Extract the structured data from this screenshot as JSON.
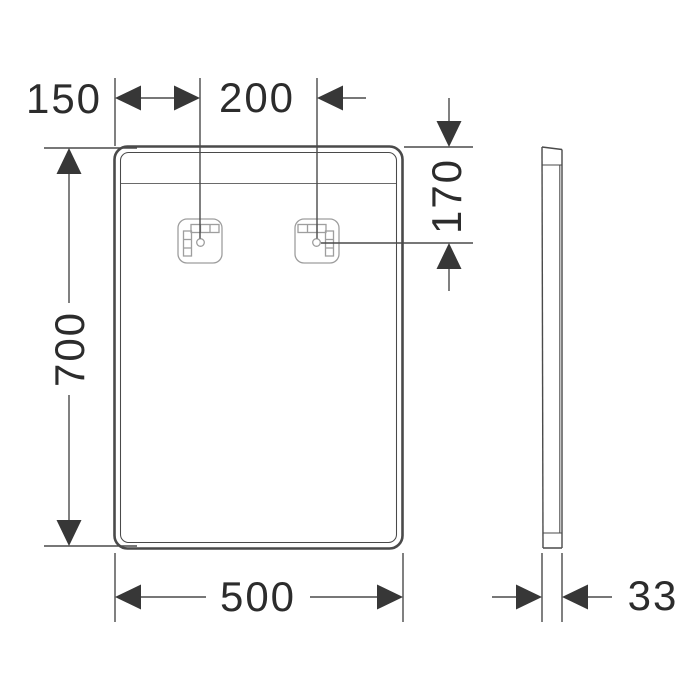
{
  "drawing": {
    "type": "technical-dimension-drawing",
    "views": [
      "front",
      "side"
    ]
  },
  "dimensions": {
    "left_offset": "150",
    "bracket_spacing": "200",
    "bracket_drop": "170",
    "mirror_height": "700",
    "mirror_width": "500",
    "mirror_depth": "33"
  },
  "colors": {
    "line": "#4a4a4a",
    "arrow": "#373737",
    "text": "#2c2c2c",
    "bracket_outline": "#9e9e9e",
    "background": "#ffffff"
  }
}
